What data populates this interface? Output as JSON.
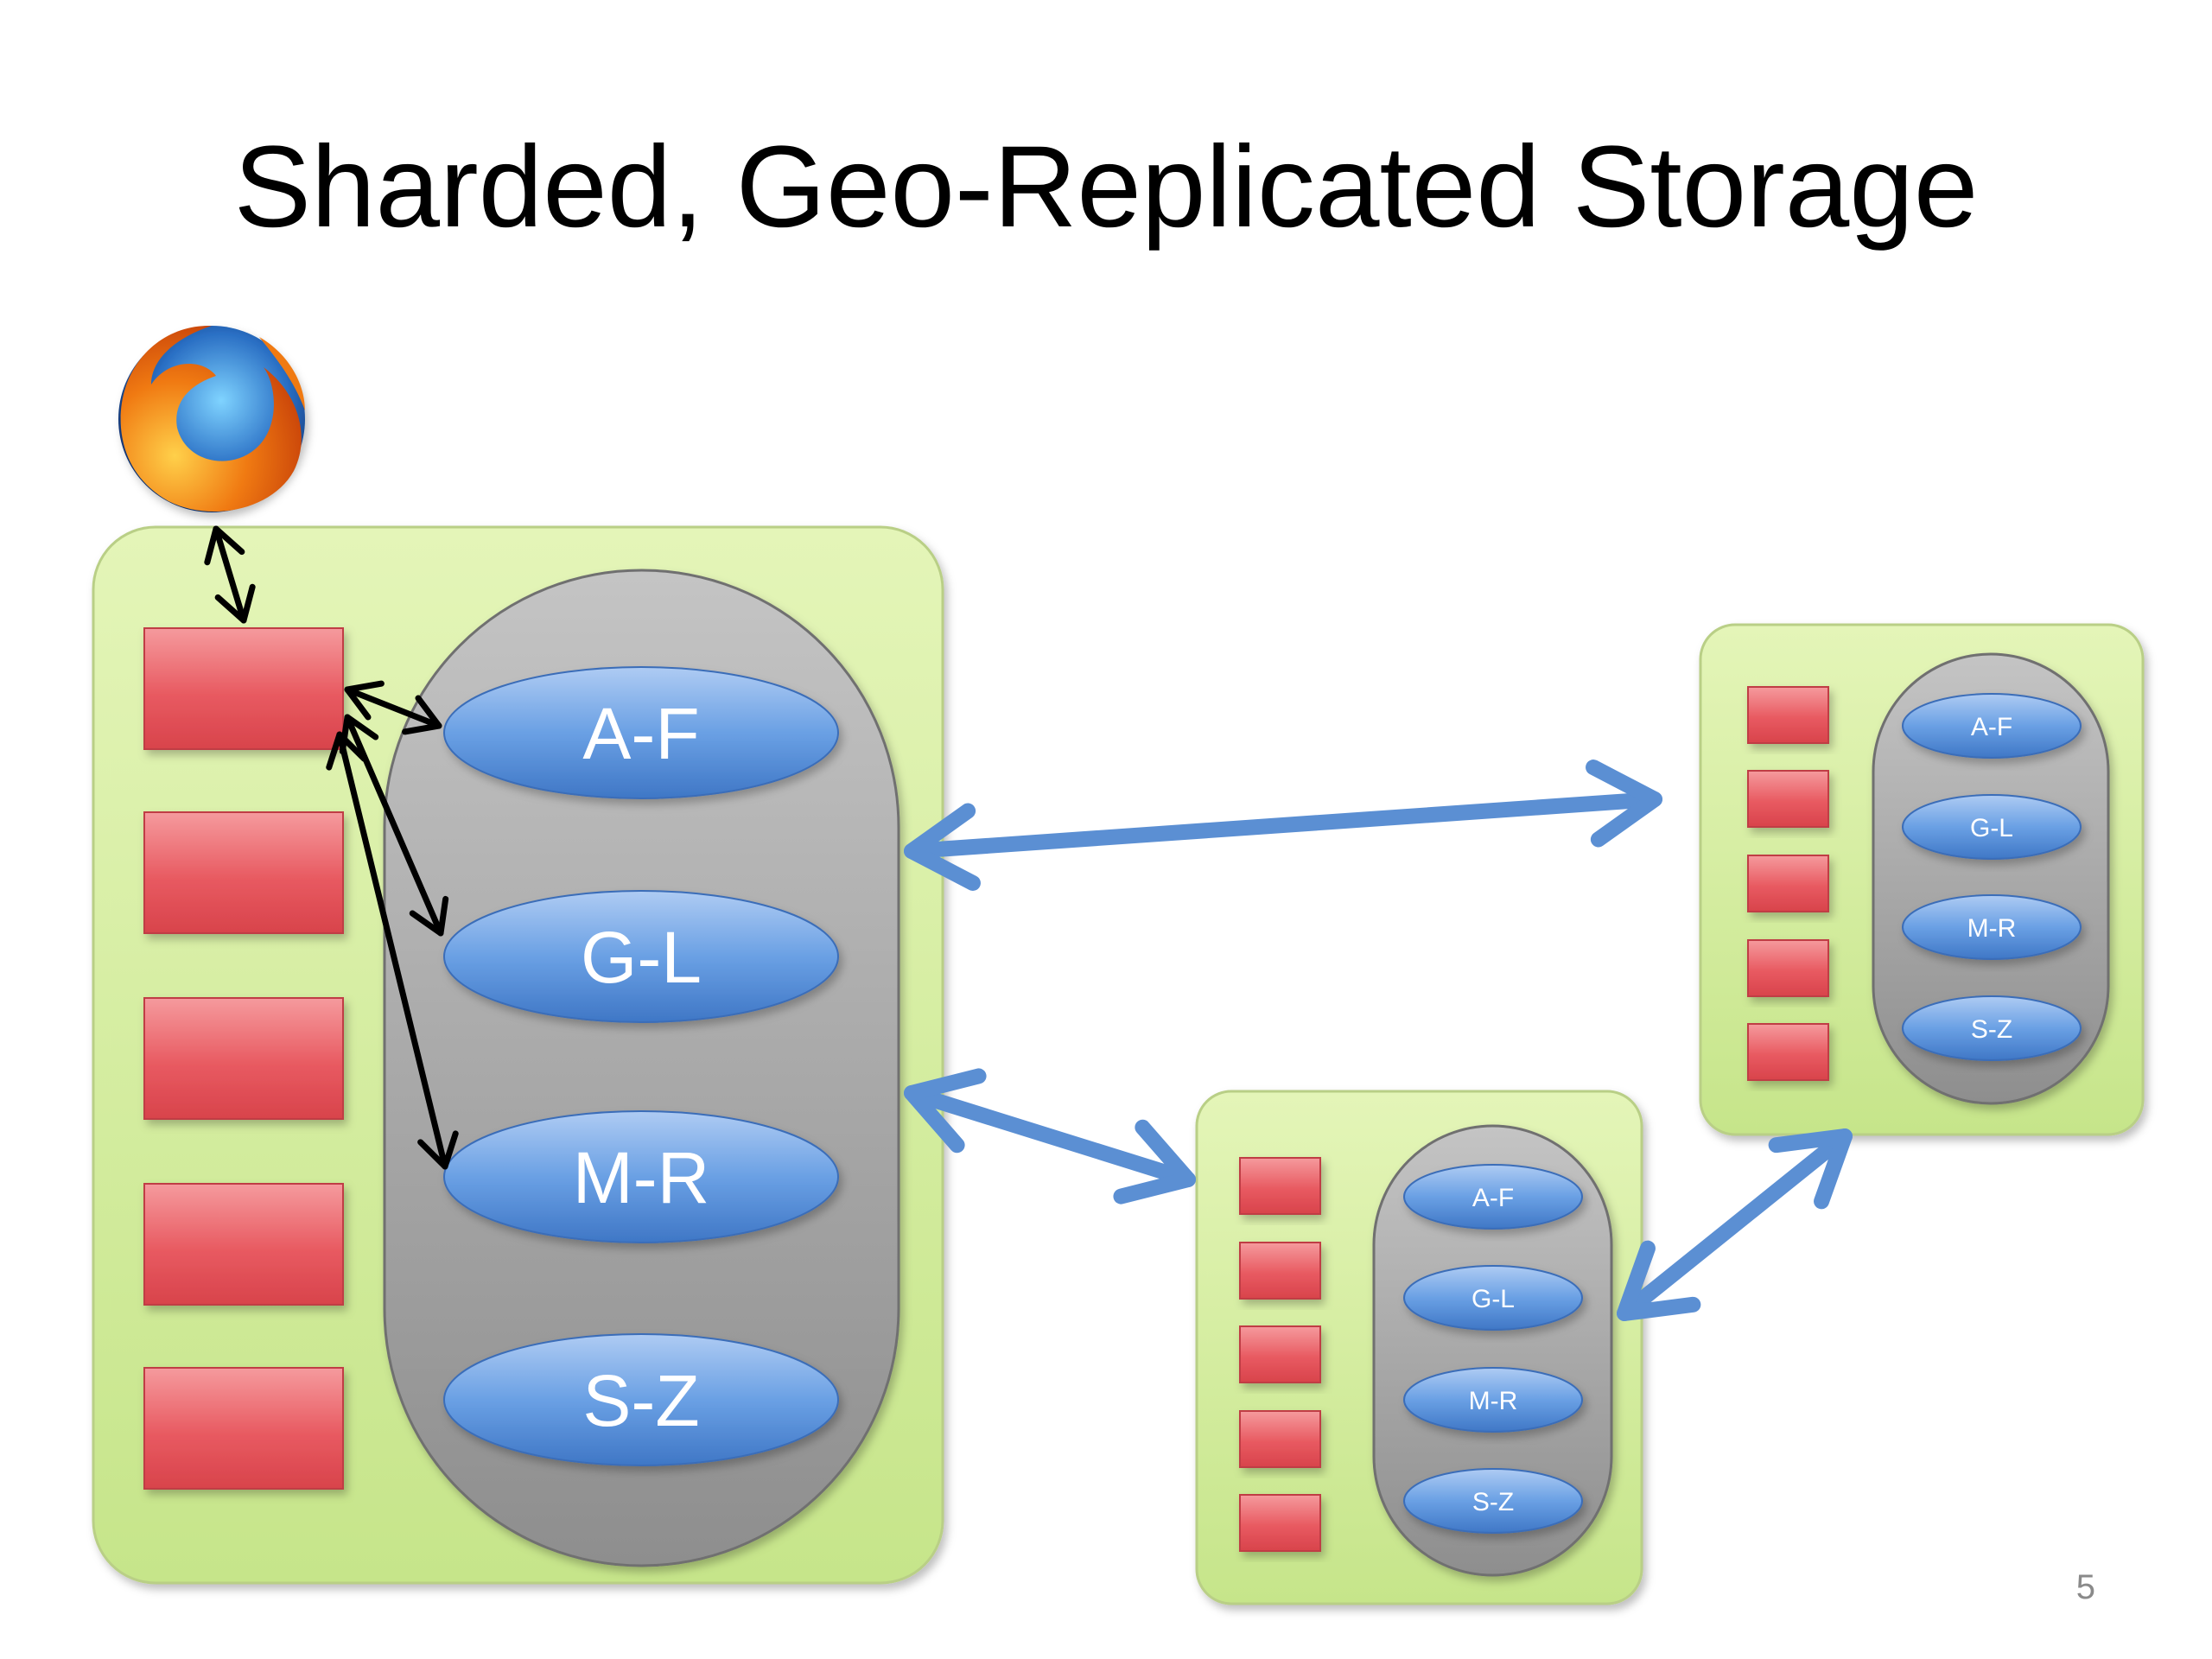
{
  "slide": {
    "title": "Sharded, Geo-Replicated Storage",
    "page_number": "5"
  },
  "shards": [
    "A-F",
    "G-L",
    "M-R",
    "S-Z"
  ],
  "colors": {
    "datacenter_fill": "#d3ec9b",
    "server_fill": "#e8525a",
    "storage_pill": "#a8a8a8",
    "shard_fill": "#5b93de",
    "replication_arrow": "#5b8fd3",
    "client_arrow": "#000000"
  },
  "icons": {
    "client": "firefox-browser-icon"
  }
}
